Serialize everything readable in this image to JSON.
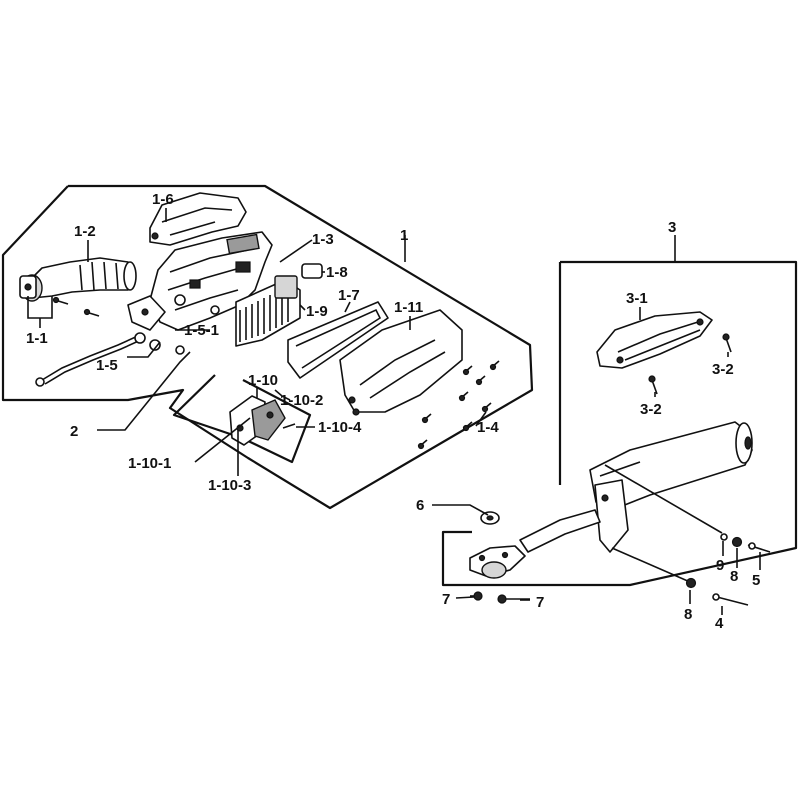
{
  "diagram": {
    "labels": {
      "l1": "1",
      "l1_1": "1-1",
      "l1_2": "1-2",
      "l1_3": "1-3",
      "l1_4": "1-4",
      "l1_5": "1-5",
      "l1_5_1": "1-5-1",
      "l1_6": "1-6",
      "l1_7": "1-7",
      "l1_8": "1-8",
      "l1_9": "1-9",
      "l1_10": "1-10",
      "l1_10_1": "1-10-1",
      "l1_10_2": "1-10-2",
      "l1_10_3": "1-10-3",
      "l1_10_4": "1-10-4",
      "l1_11": "1-11",
      "l2": "2",
      "l3": "3",
      "l3_1": "3-1",
      "l3_2a": "3-2",
      "l3_2b": "3-2",
      "l4": "4",
      "l5": "5",
      "l6": "6",
      "l7a": "7",
      "l7b": "7",
      "l8a": "8",
      "l8b": "8",
      "l9": "9"
    }
  }
}
